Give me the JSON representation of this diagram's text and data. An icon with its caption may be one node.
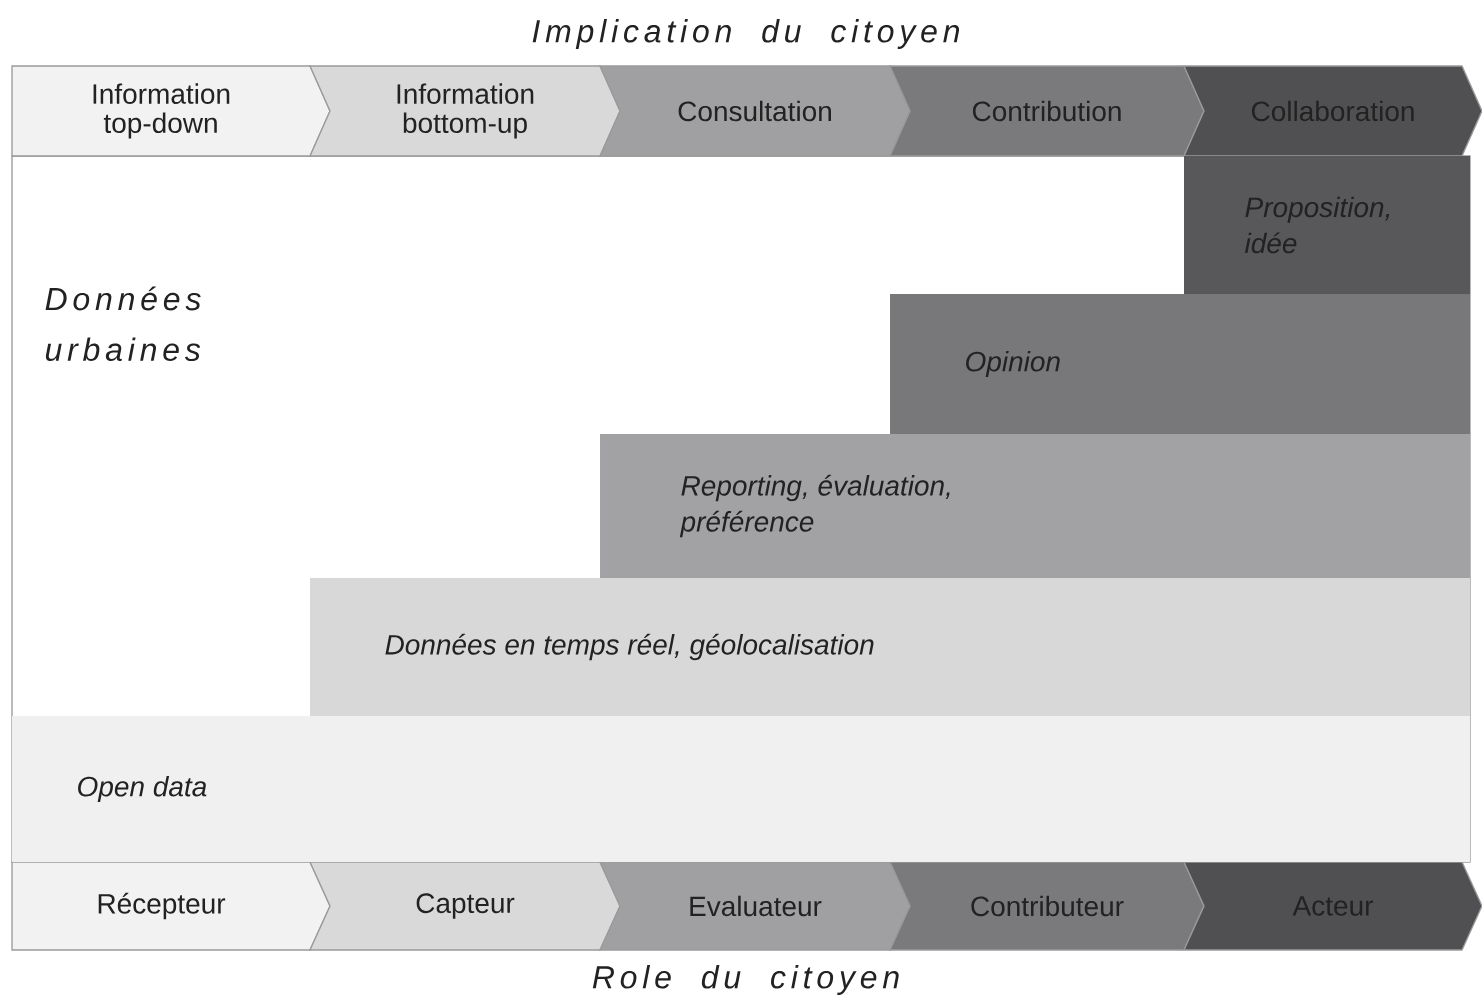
{
  "diagram": {
    "title": "Implication du citoyen",
    "nodes": [
      {
        "text": [
          "Information top-down"
        ]
      },
      {
        "text": [
          "Information bottom-up"
        ]
      },
      {
        "text": [
          "Consultation"
        ]
      },
      {
        "text": [
          "Contribution"
        ]
      },
      {
        "text": [
          "Collaboration"
        ]
      },
      {
        "text": [
          "Proposition, idée"
        ]
      },
      {
        "text": [
          "Opinion"
        ]
      },
      {
        "text": [
          "Reporting, évaluation, préférence"
        ]
      },
      {
        "text": [
          "Données en temps réel, géolocalisation"
        ]
      },
      {
        "text": [
          "Open data"
        ]
      },
      {
        "text": [
          "Récepteur"
        ]
      },
      {
        "text": [
          "Capteur"
        ]
      },
      {
        "text": [
          "Evaluateur"
        ]
      },
      {
        "text": [
          "Contributeur"
        ]
      },
      {
        "text": [
          "Acteur"
        ]
      }
    ],
    "labels": [
      "Données urbaines",
      "Role du citoyen"
    ]
  }
}
